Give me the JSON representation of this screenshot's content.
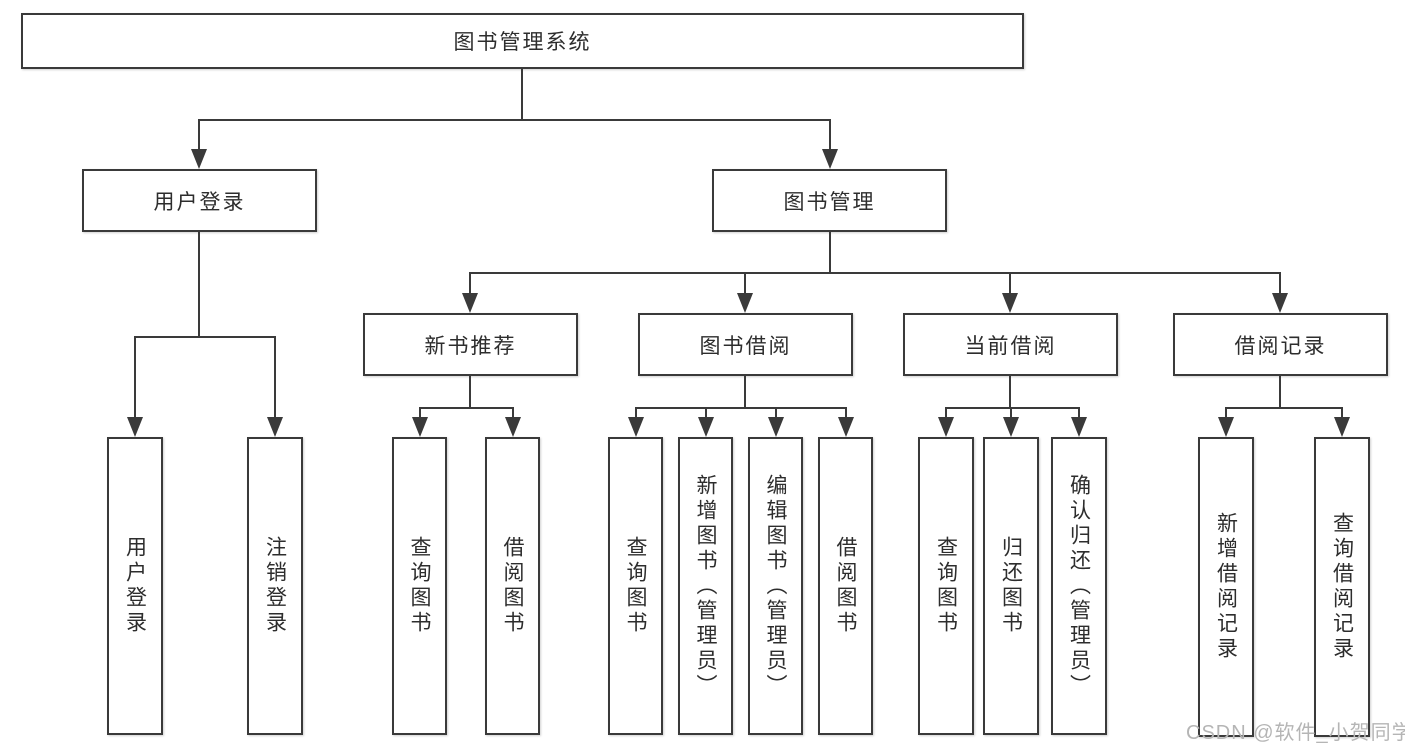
{
  "diagram": {
    "root": {
      "label": "图书管理系统"
    },
    "level2": [
      {
        "label": "用户登录"
      },
      {
        "label": "图书管理"
      }
    ],
    "level3": [
      {
        "label": "新书推荐"
      },
      {
        "label": "图书借阅"
      },
      {
        "label": "当前借阅"
      },
      {
        "label": "借阅记录"
      }
    ],
    "leaves": {
      "user_login": [
        "用户登录",
        "注销登录"
      ],
      "new_book": [
        "查询图书",
        "借阅图书"
      ],
      "book_borrow": [
        "查询图书",
        "新增图书（管理员）",
        "编辑图书（管理员）",
        "借阅图书"
      ],
      "current_borrow": [
        "查询图书",
        "归还图书",
        "确认归还（管理员）"
      ],
      "borrow_record": [
        "新增借阅记录",
        "查询借阅记录"
      ]
    },
    "colors": {
      "line": "#3a3a3a",
      "text": "#2d2d2d",
      "box_background": "#ffffff",
      "watermark": "#b5b5b5"
    },
    "watermark": "CSDN @软件_小贺同学"
  }
}
